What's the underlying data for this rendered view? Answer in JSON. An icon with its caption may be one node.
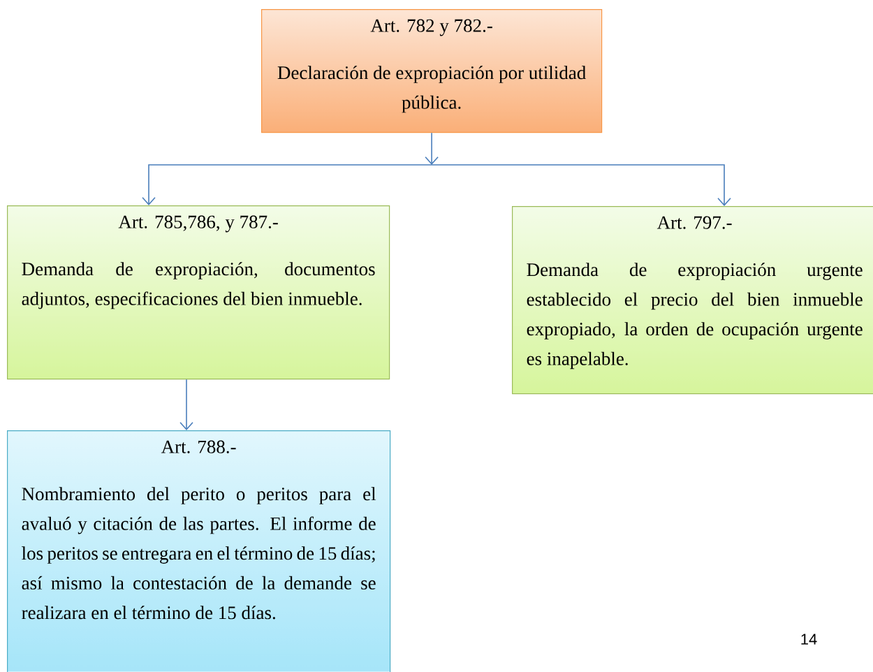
{
  "diagram": {
    "nodes": [
      {
        "text": [
          "Art. 782 y 782.-",
          "Declaración de expropiación por utilidad pública."
        ]
      },
      {
        "text": [
          "Art. 785,786, y 787.-",
          "Demanda de expropiación, documentos adjuntos, especificaciones del bien inmueble."
        ]
      },
      {
        "text": [
          "Art. 797.-",
          "Demanda de expropiación urgente establecido el precio del bien inmueble expropiado, la orden de ocupación urgente es inapelable."
        ]
      },
      {
        "text": [
          "Art. 788.-",
          "Nombramiento del perito o peritos para el avaluó y citación de las partes. El informe de los peritos se entregara en el término de 15 días; así mismo la contestación de la demande se realizara en el término de 15 días."
        ]
      }
    ],
    "edges": [
      {
        "from": 0,
        "to": 1,
        "arrow": "to"
      },
      {
        "from": 0,
        "to": 2,
        "arrow": "to"
      },
      {
        "from": 1,
        "to": 3,
        "arrow": "to"
      }
    ],
    "labels": [
      "14"
    ]
  }
}
